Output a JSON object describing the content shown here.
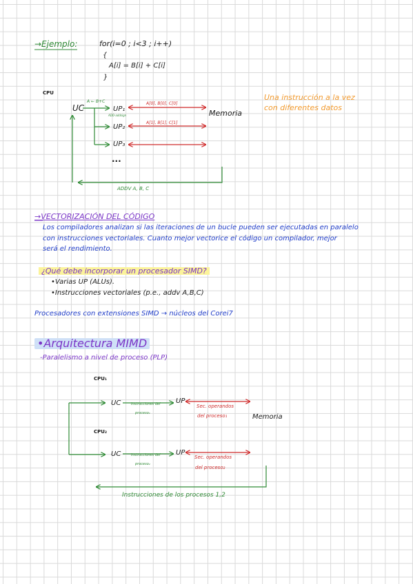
{
  "example": {
    "heading": "→Ejemplo:",
    "code": [
      "for(i=0 ; i<3 ; i++)",
      "{",
      "A[i] = B[i] + C[i]",
      "}"
    ]
  },
  "simd_diagram": {
    "cpu_label": "CPU",
    "uc_label": "UC",
    "uc_instruction": "A ← B+C",
    "addv_small": "ADD-addsign",
    "up_labels": [
      "UP₁",
      "UP₂",
      "UP₃"
    ],
    "ellipsis": "...",
    "arrow_labels": [
      "A[0], B[0], C[0]",
      "A[1], B[1], C[1]"
    ],
    "memory_label": "Memoria",
    "bottom_label": "ADDV A, B, C",
    "note": [
      "Una instrucción a la vez",
      "con diferentes datos"
    ]
  },
  "vectorization": {
    "heading": "→VECTORIZACIÓN DEL CÓDIGO",
    "lines": [
      "Los compiladores analizan si las iteraciones de un bucle pueden ser ejecutadas en paralelo",
      "con instrucciones vectoriales. Cuanto mejor vectorice el código un compilador, mejor",
      "será el rendimiento."
    ]
  },
  "simd_question": {
    "question": "¿Qué debe incorporar un procesador SIMD?",
    "bullets": [
      "•Varias UP (ALUs).",
      "•Instrucciones vectoriales (p.e., addv A,B,C)"
    ]
  },
  "processors_line": "Procesadores con extensiones SIMD → núcleos del Corei7",
  "mimd": {
    "title": "•Arquitectura MIMD",
    "subtitle": "-Paralelismo a nivel de proceso (PLP)",
    "cpu_labels": [
      "CPU₁",
      "CPU₂"
    ],
    "uc_label": "UC",
    "up_label": "UP",
    "instr_labels": [
      [
        "Instrucciones del",
        "proceso₁"
      ],
      [
        "Instrucciones del",
        "proceso₂"
      ]
    ],
    "operand_labels": [
      [
        "Sec. operandos",
        "del proceso₁"
      ],
      [
        "Sec. operandos",
        "del proceso₂"
      ]
    ],
    "memory_label": "Memoria",
    "bottom_label": "Instrucciones de los procesos 1,2"
  }
}
